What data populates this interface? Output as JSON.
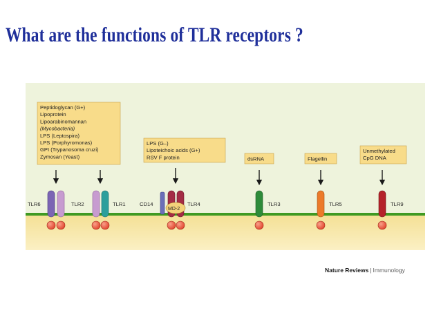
{
  "title": "What are the functions of TLR receptors ?",
  "ligand_boxes": {
    "tlr2_complexes": [
      {
        "text": "Peptidoglycan (G+)",
        "italic": false
      },
      {
        "text": "Lipoprotein",
        "italic": false
      },
      {
        "text": "Lipoarabinomannan",
        "italic": false
      },
      {
        "text": "(Mycobacteria)",
        "italic": true
      },
      {
        "text": "LPS (Leptospira)",
        "italic": false
      },
      {
        "text": "LPS (Porphyromonas)",
        "italic": false
      },
      {
        "text": "GPI (Trypanosoma cruzi)",
        "italic": false
      },
      {
        "text": "Zymosan (Yeast)",
        "italic": false
      }
    ],
    "tlr4": [
      "LPS (G–)",
      "Lipoteichoic acids (G+)",
      "RSV F protein"
    ],
    "tlr3": [
      "dsRNA"
    ],
    "tlr5": [
      "Flagellin"
    ],
    "tlr9": [
      "Unmethylated",
      "CpG DNA"
    ]
  },
  "receptor_labels": {
    "tlr6": "TLR6",
    "tlr2": "TLR2",
    "tlr1": "TLR1",
    "cd14": "CD14",
    "tlr4": "TLR4",
    "md2": "MD-2",
    "tlr3": "TLR3",
    "tlr5": "TLR5",
    "tlr9": "TLR9"
  },
  "credit": {
    "journal": "Nature Reviews",
    "separator": "|",
    "section": "Immunology"
  },
  "colors": {
    "title": "#1f2f9a",
    "panel_bg": "#eef3dc",
    "membrane": "#3f9a22",
    "cytoplasm": "#f7e7a8",
    "ligand_box": "#f8dc8a",
    "domain_red": "#e84c34",
    "tlr6": "#7c65b4",
    "tlr2": "#c79bd0",
    "tlr1": "#2c9f9c",
    "tlr4": "#a42c45",
    "cd14": "#6b6fb8",
    "md2": "#f4d27a",
    "tlr3": "#2e8b3a",
    "tlr5": "#ec7a2a",
    "tlr9": "#b5222a"
  }
}
